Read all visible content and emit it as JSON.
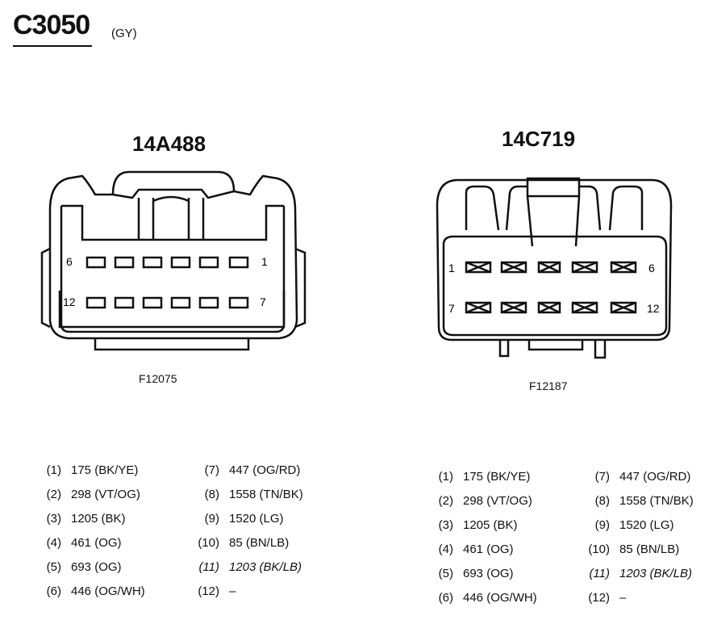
{
  "header": {
    "connector_id": "C3050",
    "color_code": "(GY)"
  },
  "connector_left": {
    "part_number": "14A488",
    "figure_id": "F12075",
    "pin_labels": {
      "top_left": "6",
      "top_right": "1",
      "bottom_left": "12",
      "bottom_right": "7"
    }
  },
  "connector_right": {
    "part_number": "14C719",
    "figure_id": "F12187",
    "pin_labels": {
      "top_left": "1",
      "top_right": "6",
      "bottom_left": "7",
      "bottom_right": "12"
    }
  },
  "pin_tables": [
    {
      "col1": [
        {
          "pin": "(1)",
          "wire": "175 (BK/YE)"
        },
        {
          "pin": "(2)",
          "wire": "298 (VT/OG)"
        },
        {
          "pin": "(3)",
          "wire": "1205 (BK)"
        },
        {
          "pin": "(4)",
          "wire": "461 (OG)"
        },
        {
          "pin": "(5)",
          "wire": "693 (OG)"
        },
        {
          "pin": "(6)",
          "wire": "446 (OG/WH)"
        }
      ],
      "col2": [
        {
          "pin": "(7)",
          "wire": "447 (OG/RD)"
        },
        {
          "pin": "(8)",
          "wire": "1558 (TN/BK)"
        },
        {
          "pin": "(9)",
          "wire": "1520 (LG)"
        },
        {
          "pin": "(10)",
          "wire": "85 (BN/LB)"
        },
        {
          "pin": "(11)",
          "wire": "1203 (BK/LB)"
        },
        {
          "pin": "(12)",
          "wire": "–"
        }
      ]
    },
    {
      "col1": [
        {
          "pin": "(1)",
          "wire": "175 (BK/YE)"
        },
        {
          "pin": "(2)",
          "wire": "298 (VT/OG)"
        },
        {
          "pin": "(3)",
          "wire": "1205 (BK)"
        },
        {
          "pin": "(4)",
          "wire": "461 (OG)"
        },
        {
          "pin": "(5)",
          "wire": "693 (OG)"
        },
        {
          "pin": "(6)",
          "wire": "446 (OG/WH)"
        }
      ],
      "col2": [
        {
          "pin": "(7)",
          "wire": "447 (OG/RD)"
        },
        {
          "pin": "(8)",
          "wire": "1558 (TN/BK)"
        },
        {
          "pin": "(9)",
          "wire": "1520 (LG)"
        },
        {
          "pin": "(10)",
          "wire": "85 (BN/LB)"
        },
        {
          "pin": "(11)",
          "wire": "1203 (BK/LB)"
        },
        {
          "pin": "(12)",
          "wire": "–"
        }
      ]
    }
  ]
}
